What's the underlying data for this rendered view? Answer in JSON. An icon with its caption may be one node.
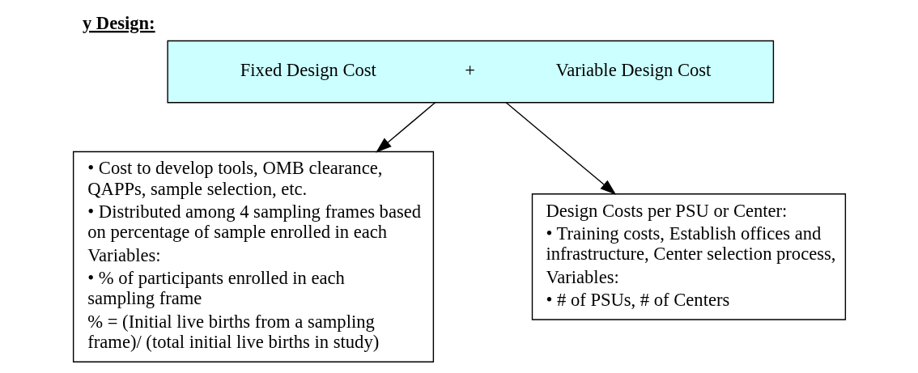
{
  "diagram": {
    "title": "y Design:",
    "nodes": [
      {
        "text": [
          "Fixed Design Cost",
          "+",
          "Variable Design Cost"
        ]
      },
      {
        "text": [
          "• Cost to develop tools, OMB clearance, QAPPs, sample selection, etc.",
          "• Distributed among 4 sampling frames based on percentage of sample enrolled in each",
          "Variables:",
          "• % of participants enrolled in each sampling frame",
          "% = (Initial live births from a sampling frame)/ (total initial live births in study)"
        ]
      },
      {
        "text": [
          "Design Costs per PSU or Center:",
          "• Training costs, Establish offices and infrastructure, Center selection process,",
          "Variables:",
          "• # of PSUs, # of Centers"
        ]
      }
    ],
    "edges": [
      {
        "from": 0,
        "to": 1,
        "arrow": "to"
      },
      {
        "from": 0,
        "to": 2,
        "arrow": "to"
      }
    ]
  }
}
